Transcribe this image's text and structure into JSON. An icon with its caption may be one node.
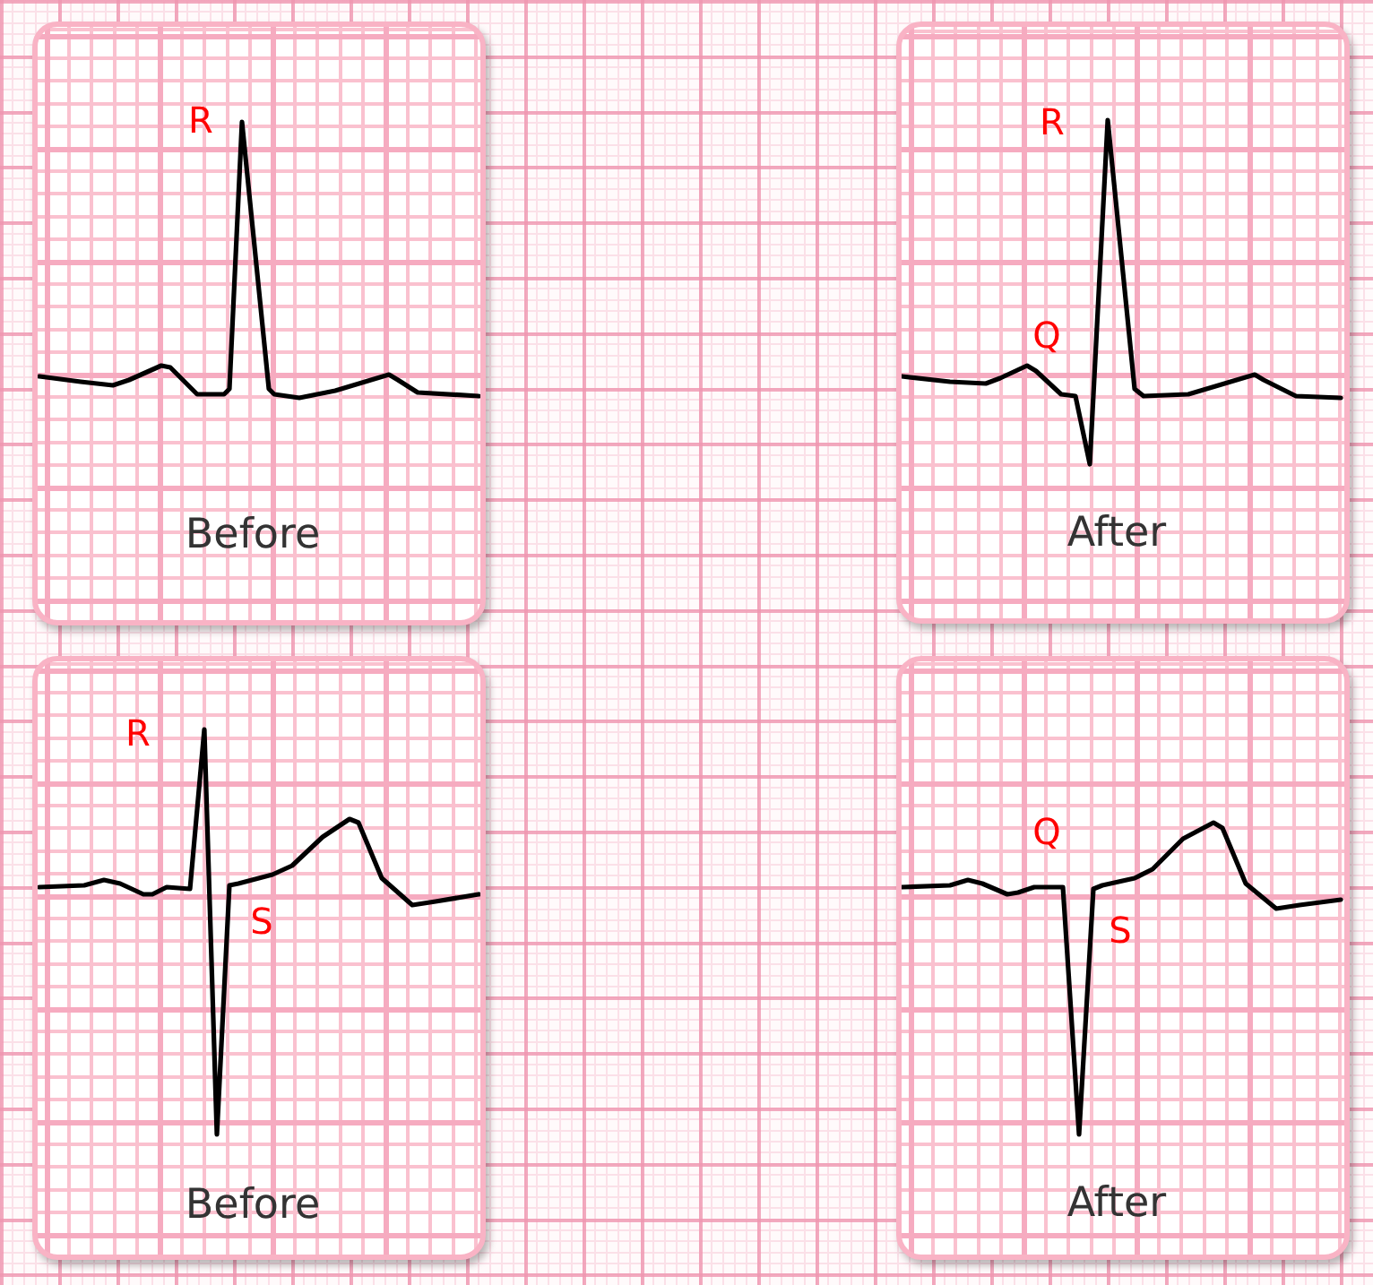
{
  "diagram": {
    "nodes": [
      {
        "text": [
          "R",
          "Before"
        ]
      },
      {
        "text": [
          "R",
          "Q",
          "After"
        ]
      },
      {
        "text": [
          "R",
          "S",
          "Before"
        ]
      },
      {
        "text": [
          "Q",
          "S",
          "After"
        ]
      }
    ]
  }
}
